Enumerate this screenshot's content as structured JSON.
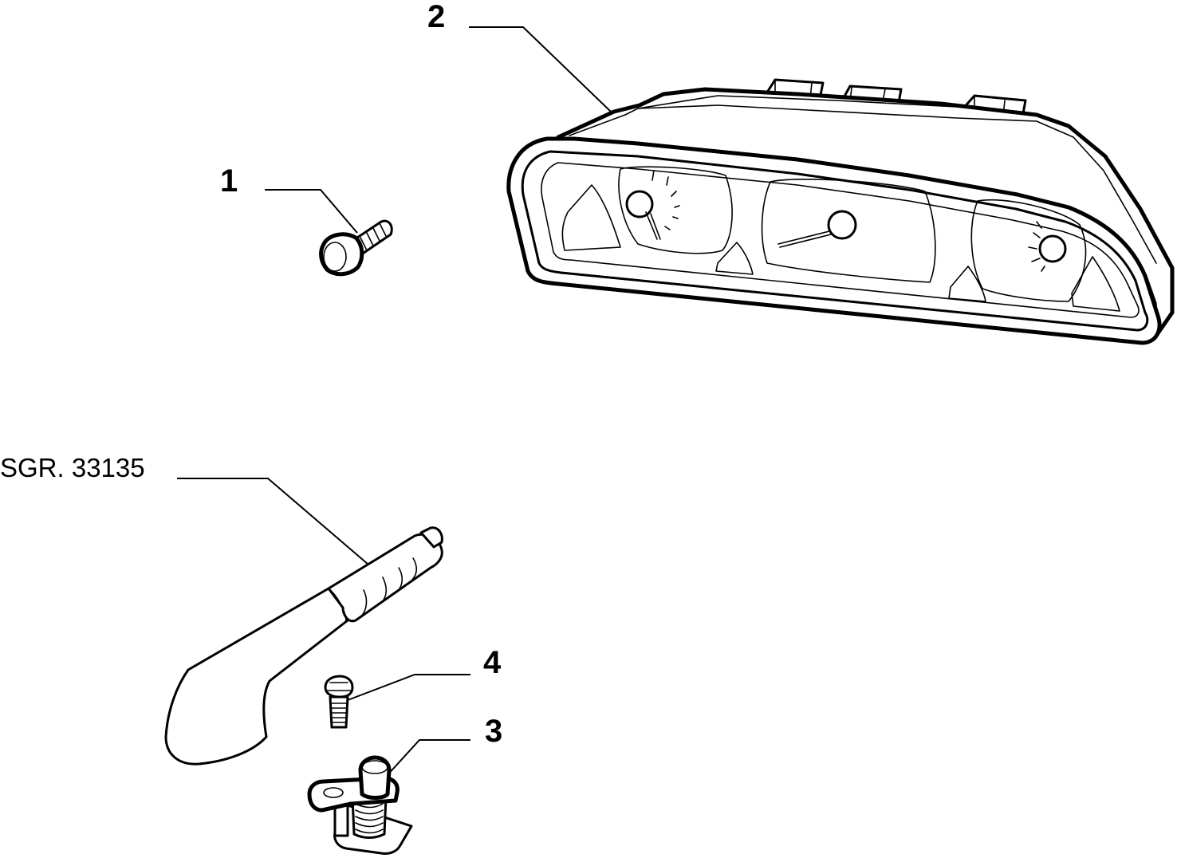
{
  "callouts": {
    "part_1": "1",
    "part_2": "2",
    "part_3": "3",
    "part_4": "4"
  },
  "references": {
    "handbrake_group": "SGR. 33135"
  },
  "colors": {
    "ink": "#000000",
    "paper": "#ffffff"
  }
}
